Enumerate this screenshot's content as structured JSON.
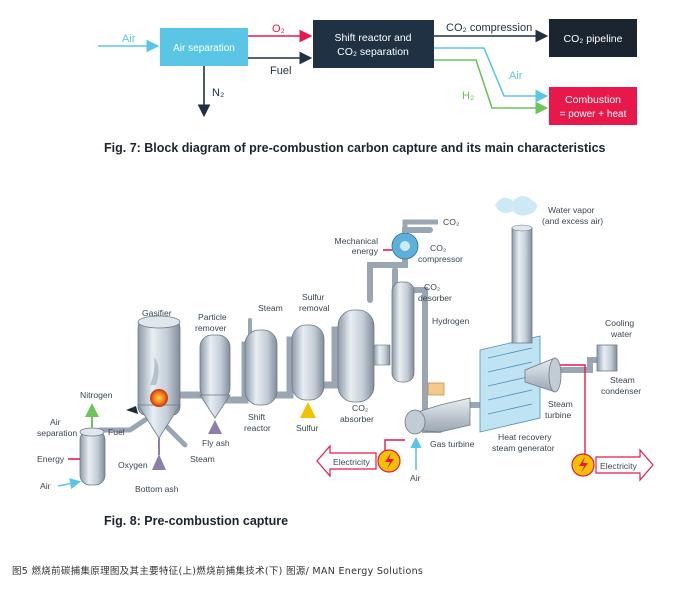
{
  "fig7": {
    "title": "Fig. 7: Block diagram of pre-combustion carbon capture and its main characteristics",
    "air_in": "Air",
    "air_separation": "Air separation",
    "o2": "O₂",
    "fuel": "Fuel",
    "n2": "N₂",
    "shift_reactor_l1": "Shift reactor and",
    "shift_reactor_l2": "CO₂ separation",
    "co2_compression": "CO₂ compression",
    "co2_pipeline": "CO₂ pipeline",
    "air_to_combustion": "Air",
    "h2": "H₂",
    "combustion_l1": "Combustion",
    "combustion_l2": "= power + heat",
    "colors": {
      "air_separation": "#5bc5e6",
      "shift_reactor": "#1f3142",
      "co2_pipeline": "#1b2530",
      "combustion": "#e8194a",
      "air_arrow": "#5bc5e6",
      "o2_arrow": "#e8194a",
      "h2_arrow": "#6dc45b",
      "dark_arrow": "#1f3142"
    }
  },
  "fig8": {
    "title": "Fig. 8: Pre-combustion capture",
    "labels": {
      "co2_top": "CO₂",
      "mech_energy_l1": "Mechanical",
      "mech_energy_l2": "energy",
      "co2_compressor_l1": "CO₂",
      "co2_compressor_l2": "compressor",
      "co2_desorber_l1": "CO₂",
      "co2_desorber_l2": "desorber",
      "hydrogen": "Hydrogen",
      "water_vapor_l1": "Water vapor",
      "water_vapor_l2": "(and excess air)",
      "gasifier": "Gasifier",
      "particle_remover_l1": "Particle",
      "particle_remover_l2": "remover",
      "steam_top": "Steam",
      "sulfur_removal_l1": "Sulfur",
      "sulfur_removal_l2": "removal",
      "nitrogen": "Nitrogen",
      "air_separation_l1": "Air",
      "air_separation_l2": "separation",
      "fuel": "Fuel",
      "energy": "Energy",
      "air_bottom": "Air",
      "oxygen": "Oxygen",
      "fly_ash": "Fly ash",
      "bottom_ash": "Bottom ash",
      "steam_bottom": "Steam",
      "shift_reactor_l1": "Shift",
      "shift_reactor_l2": "reactor",
      "sulfur": "Sulfur",
      "co2_absorber_l1": "CO₂",
      "co2_absorber_l2": "absorber",
      "electricity_left": "Electricity",
      "gas_turbine": "Gas turbine",
      "air_turbine": "Air",
      "hrsg_l1": "Heat recovery",
      "hrsg_l2": "steam generator",
      "steam_turbine_l1": "Steam",
      "steam_turbine_l2": "turbine",
      "cooling_water_l1": "Cooling",
      "cooling_water_l2": "water",
      "steam_condenser_l1": "Steam",
      "steam_condenser_l2": "condenser",
      "electricity_right": "Electricity"
    }
  },
  "caption": "图5 燃烧前碳捕集原理图及其主要特征(上)燃烧前捕集技术(下)  图源/ MAN Energy Solutions"
}
